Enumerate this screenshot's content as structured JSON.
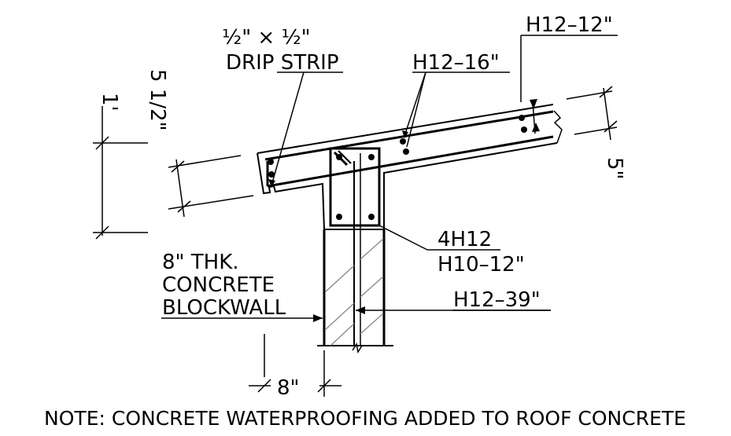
{
  "labels": {
    "drip_line1": "½\" × ½\"",
    "drip_line2": "DRIP STRIP",
    "h12_12": "H12–12\"",
    "h12_16": "H12–16\"",
    "dim_1": "1'",
    "dim_5_half": "5 1/2\"",
    "dim_5": "5\"",
    "bars_4h12": "4H12",
    "ties_h10_12": "H10–12\"",
    "h12_39": "H12–39\"",
    "wall_line1": "8\" THK.",
    "wall_line2": "CONCRETE",
    "wall_line3": "BLOCKWALL",
    "dim_8": "8\"",
    "note": "NOTE: CONCRETE WATERPROOFING ADDED TO ROOF CONCRETE"
  },
  "colors": {
    "ink": "#000000",
    "hatch": "#888888",
    "background": "#ffffff"
  }
}
